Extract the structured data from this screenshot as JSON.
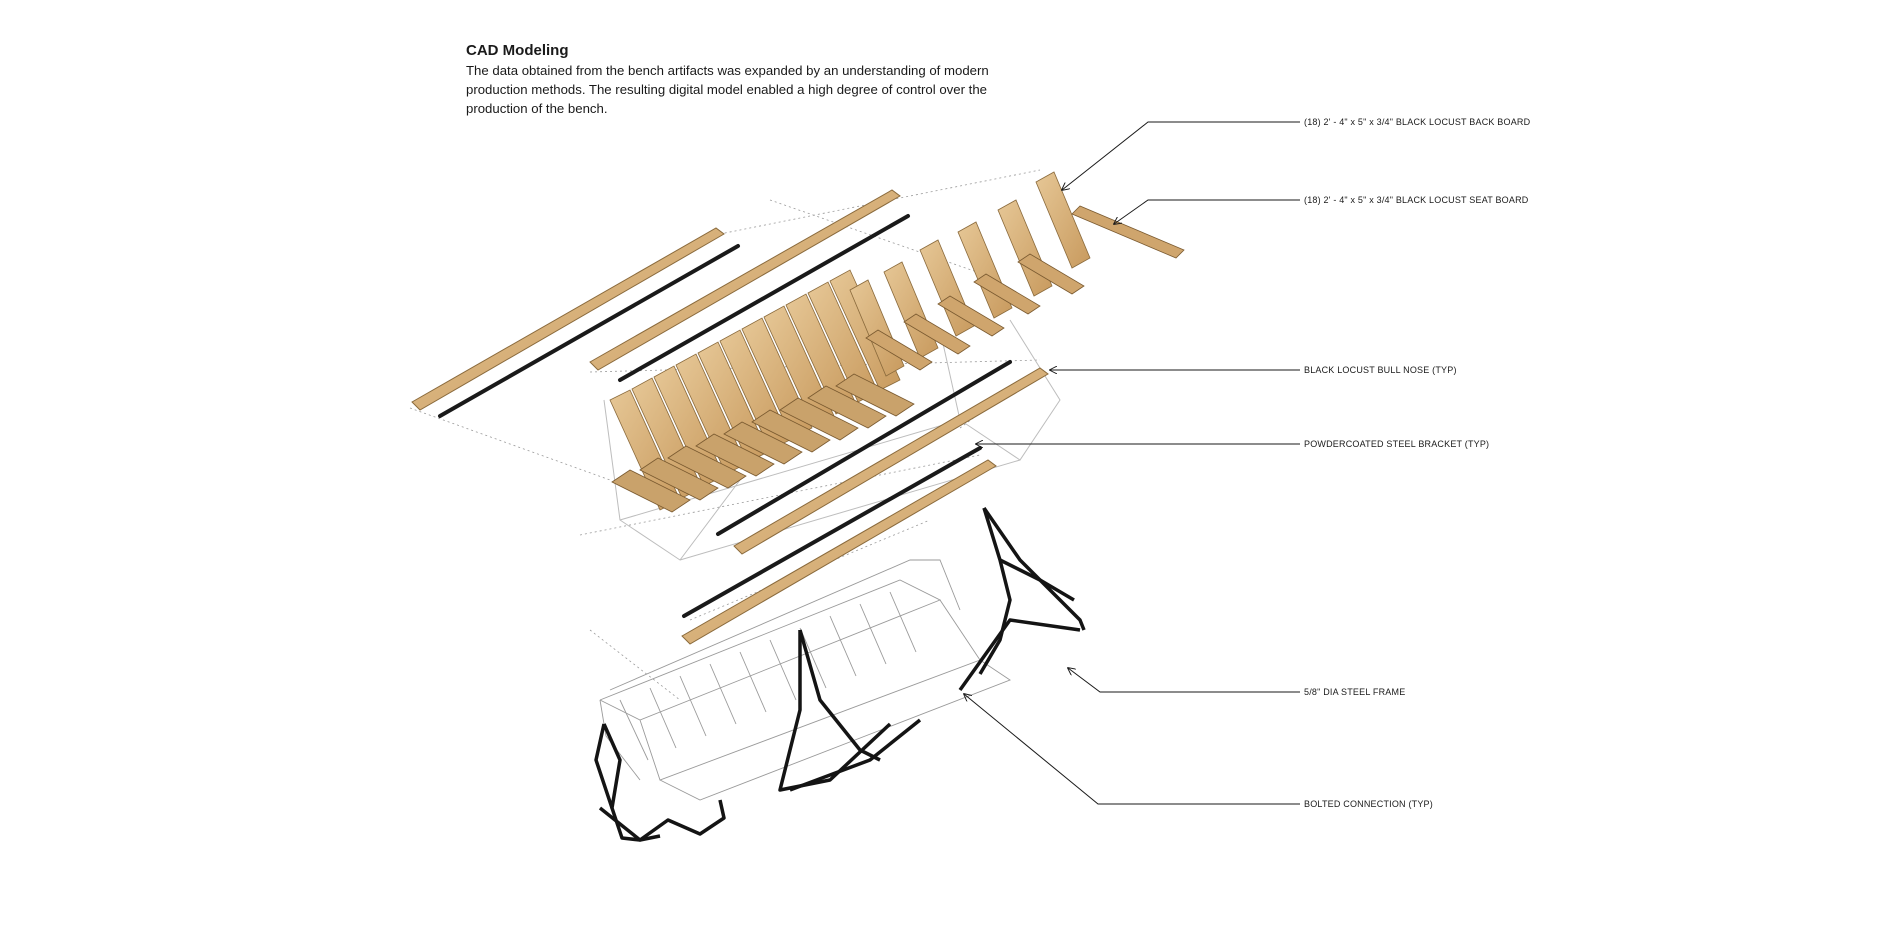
{
  "intro": {
    "title": "CAD Modeling",
    "body": "The data obtained from the bench artifacts was expanded by an understanding of modern production methods. The resulting digital model enabled a high degree of control over the production of the bench."
  },
  "callouts": [
    {
      "id": "back-board",
      "text": "(18) 2' - 4\" x 5\" x 3/4\" BLACK LOCUST BACK BOARD"
    },
    {
      "id": "seat-board",
      "text": "(18) 2' - 4\" x 5\" x 3/4\" BLACK LOCUST SEAT BOARD"
    },
    {
      "id": "bull-nose",
      "text": "BLACK LOCUST BULL NOSE (TYP)"
    },
    {
      "id": "steel-bracket",
      "text": "POWDERCOATED STEEL BRACKET (TYP)"
    },
    {
      "id": "steel-frame",
      "text": "5/8\" DIA STEEL FRAME"
    },
    {
      "id": "bolted-connection",
      "text": "BOLTED CONNECTION (TYP)"
    }
  ],
  "colors": {
    "wood": "#d9b47c",
    "wood_dark": "#a57d48",
    "steel": "#1a1a1a",
    "ghost": "#c8c8c8"
  }
}
